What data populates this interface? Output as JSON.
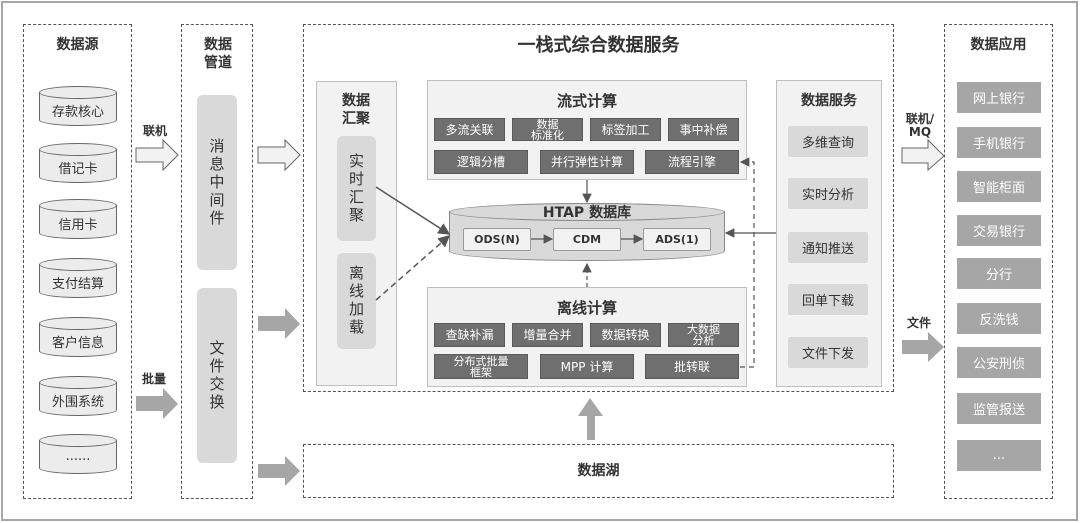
{
  "diagram": {
    "title": "一栈式综合数据服务",
    "data_sources": {
      "title": "数据源",
      "items": [
        "存款核心",
        "借记卡",
        "信用卡",
        "支付结算",
        "客户信息",
        "外围系统",
        "......"
      ]
    },
    "source_arrows": {
      "online": "联机",
      "batch": "批量"
    },
    "data_pipeline": {
      "title": "数据管道",
      "items": [
        "消息中间件",
        "文件交换"
      ]
    },
    "data_aggregation": {
      "title": "数据汇聚",
      "items": [
        "实时汇聚",
        "离线加载"
      ]
    },
    "stream_compute": {
      "title": "流式计算",
      "row1": [
        "多流关联",
        "数据\n标准化",
        "标签加工",
        "事中补偿"
      ],
      "row2": [
        "逻辑分槽",
        "并行弹性计算",
        "流程引擎"
      ]
    },
    "htap_db": {
      "title": "HTAP 数据库",
      "layers": [
        "ODS(N)",
        "CDM",
        "ADS(1)"
      ]
    },
    "offline_compute": {
      "title": "离线计算",
      "row1": [
        "查缺补漏",
        "增量合并",
        "数据转换",
        "大数据\n分析"
      ],
      "row2": [
        "分布式批量\n框架",
        "MPP 计算",
        "批转联"
      ]
    },
    "data_services": {
      "title": "数据服务",
      "items": [
        "多维查询",
        "实时分析",
        "通知推送",
        "回单下载",
        "文件下发"
      ]
    },
    "output_arrows": {
      "online_mq": "联机/\nMQ",
      "file": "文件"
    },
    "data_lake": {
      "title": "数据湖"
    },
    "data_applications": {
      "title": "数据应用",
      "items": [
        "网上银行",
        "手机银行",
        "智能柜面",
        "交易银行",
        "分行",
        "反洗钱",
        "公安刑侦",
        "监管报送",
        "..."
      ]
    },
    "colors": {
      "dark_box": "#6f6f6f",
      "light_box": "#d9d9d9",
      "app_box": "#a6a6a6",
      "panel": "#f2f2f2",
      "arrow_fill": "#a6a6a6"
    }
  }
}
